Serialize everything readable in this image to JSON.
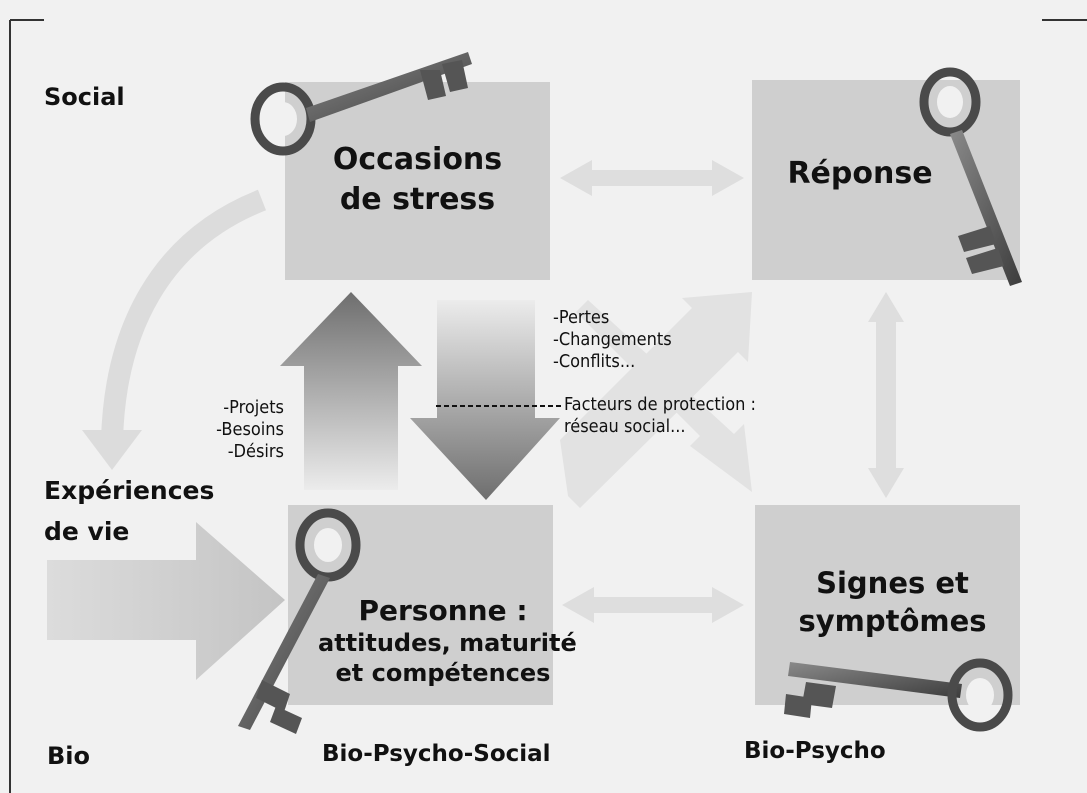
{
  "labels": {
    "social": "Social",
    "bio": "Bio",
    "experiences_line1": "Expériences",
    "experiences_line2": "de vie",
    "bio_psycho_social": "Bio-Psycho-Social",
    "bio_psycho": "Bio-Psycho"
  },
  "boxes": {
    "stress": {
      "line1": "Occasions",
      "line2": "de stress"
    },
    "reponse": {
      "line1": "Réponse"
    },
    "personne": {
      "line1": "Personne :",
      "line2": "attitudes, maturité",
      "line3": "et compétences"
    },
    "signes": {
      "line1": "Signes et",
      "line2": "symptômes"
    }
  },
  "lists": {
    "needs": [
      "-Projets",
      "-Besoins",
      "-Désirs"
    ],
    "stressors": [
      "-Pertes",
      "-Changements",
      "-Conflits..."
    ],
    "protection_line1": "Facteurs de protection :",
    "protection_line2": "réseau social..."
  },
  "colors": {
    "background": "#f1f1f1",
    "box": "#cfcfcf",
    "arrow_light": "#dedede",
    "arrow_dark": "#6e6e6e",
    "key": "#5a5a5a"
  }
}
